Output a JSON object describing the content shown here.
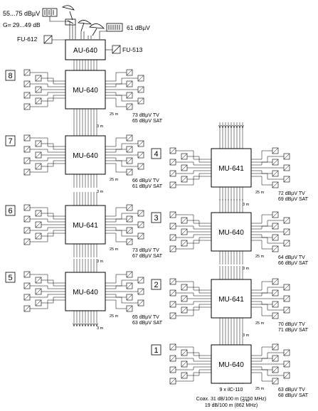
{
  "header": {
    "input_level": "55...75 dBµV",
    "gain": "G= 29...49 dB",
    "sat_level": "61 dBµV",
    "filter_left": "FU-612",
    "filter_right": "FU-513"
  },
  "amplifier": {
    "label": "AU-640"
  },
  "left_column": {
    "units": [
      {
        "floor": "8",
        "model": "MU-640",
        "tv": "73 dBµV TV",
        "sat": "65 dBµV SAT"
      },
      {
        "floor": "7",
        "model": "MU-640",
        "tv": "66 dBµV TV",
        "sat": "61 dBµV SAT"
      },
      {
        "floor": "6",
        "model": "MU-641",
        "tv": "73 dBµV TV",
        "sat": "67 dBµV SAT"
      },
      {
        "floor": "5",
        "model": "MU-640",
        "tv": "65 dBµV TV",
        "sat": "63 dBµV SAT"
      }
    ]
  },
  "right_column": {
    "units": [
      {
        "floor": "4",
        "model": "MU-641",
        "tv": "72 dBµV TV",
        "sat": "69 dBµV SAT"
      },
      {
        "floor": "3",
        "model": "MU-640",
        "tv": "64 dBµV TV",
        "sat": "66 dBµV SAT"
      },
      {
        "floor": "2",
        "model": "MU-641",
        "tv": "70 dBµV TV",
        "sat": "71 dBµV SAT"
      },
      {
        "floor": "1",
        "model": "MU-640",
        "tv": "63 dBµV TV",
        "sat": "68 dBµV SAT"
      }
    ]
  },
  "cable_length_short": "3 m",
  "cable_length_long": "25 m",
  "footer": {
    "cable_count": "9 x ilC-110",
    "coax_line1": "Coax. 31 dB/100 m (2150 MHz)",
    "coax_line2": "19 dB/100 m (862 MHz)"
  },
  "colors": {
    "line": "#000000",
    "background": "#ffffff"
  }
}
